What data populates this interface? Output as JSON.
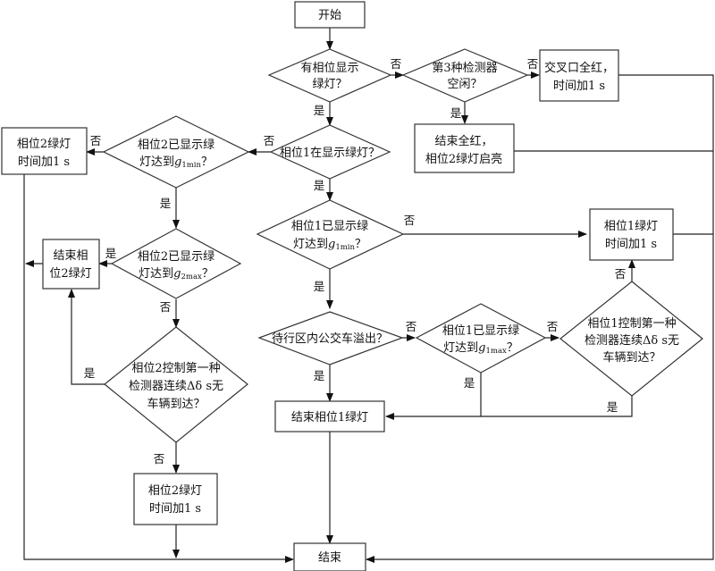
{
  "title": "Phase signal control flowchart",
  "nodes": {
    "start": {
      "label": "开始"
    },
    "d_any_green": {
      "lines": [
        "有相位显示",
        "绿灯？"
      ]
    },
    "d_detector3_idle": {
      "lines": [
        "第3种检测器",
        "空闲？"
      ]
    },
    "p_all_red": {
      "lines": [
        "交叉口全红，",
        "时间加1 s"
      ]
    },
    "p_end_all_red": {
      "lines": [
        "结束全红，",
        "相位2绿灯启亮"
      ]
    },
    "d_phase1_green": {
      "lines": [
        "相位1在显示绿灯？"
      ]
    },
    "d_phase2_gmin": {
      "line1": "相位2已显示绿",
      "line2_prefix": "灯达到",
      "var": "g",
      "sub": "1min",
      "suffix": "？"
    },
    "p_phase2_add_top": {
      "lines": [
        "相位2绿灯",
        "时间加1 s"
      ]
    },
    "d_phase1_gmin": {
      "line1": "相位1已显示绿",
      "line2_prefix": "灯达到",
      "var": "g",
      "sub": "1min",
      "suffix": "？"
    },
    "p_phase1_add": {
      "lines": [
        "相位1绿灯",
        "时间加1 s"
      ]
    },
    "d_phase2_gmax": {
      "line1": "相位2已显示绿",
      "line2_prefix": "灯达到",
      "var": "g",
      "sub": "2max",
      "suffix": "？"
    },
    "p_end_phase2": {
      "lines": [
        "结束相",
        "位2绿灯"
      ]
    },
    "d_bus_overflow": {
      "lines": [
        "待行区内公交车溢出？"
      ]
    },
    "d_phase1_gmax": {
      "line1": "相位1已显示绿",
      "line2_prefix": "灯达到",
      "var": "g",
      "sub": "1max",
      "suffix": "？"
    },
    "d_phase1_detector": {
      "lines": [
        "相位1控制第一种",
        "检测器连续Δδ s无",
        "车辆到达？"
      ]
    },
    "d_phase2_detector": {
      "lines": [
        "相位2控制第一种",
        "检测器连续Δδ s无",
        "车辆到达？"
      ]
    },
    "p_end_phase1": {
      "lines": [
        "结束相位1绿灯"
      ]
    },
    "p_phase2_add_bottom": {
      "lines": [
        "相位2绿灯",
        "时间加1 s"
      ]
    },
    "end": {
      "label": "结束"
    }
  },
  "edge_labels": {
    "yes": "是",
    "no": "否"
  }
}
